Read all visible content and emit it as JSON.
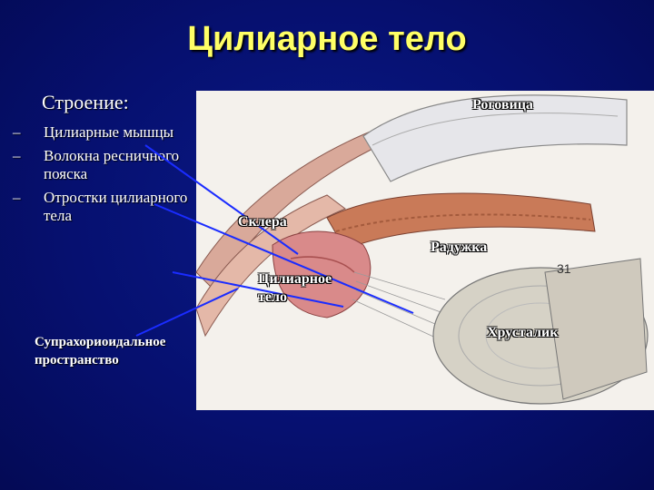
{
  "slide": {
    "title": "Цилиарное тело",
    "subtitle": "Строение:"
  },
  "bullets": [
    "Цилиарные мышцы",
    "Волокна ресничного пояска",
    "Отростки цилиарного тела"
  ],
  "side_label": "Супрахориоидальное пространство",
  "figure": {
    "labels": {
      "cornea": "Роговица",
      "sclera": "Склера",
      "iris": "Радужка",
      "ciliary_body": "Цилиарное тело",
      "lens": "Хрусталик"
    },
    "figure_number": "31"
  },
  "colors": {
    "background": "#061070",
    "title": "#ffff66",
    "text": "#ffffff",
    "pointer_lines": "#1a2cff"
  }
}
